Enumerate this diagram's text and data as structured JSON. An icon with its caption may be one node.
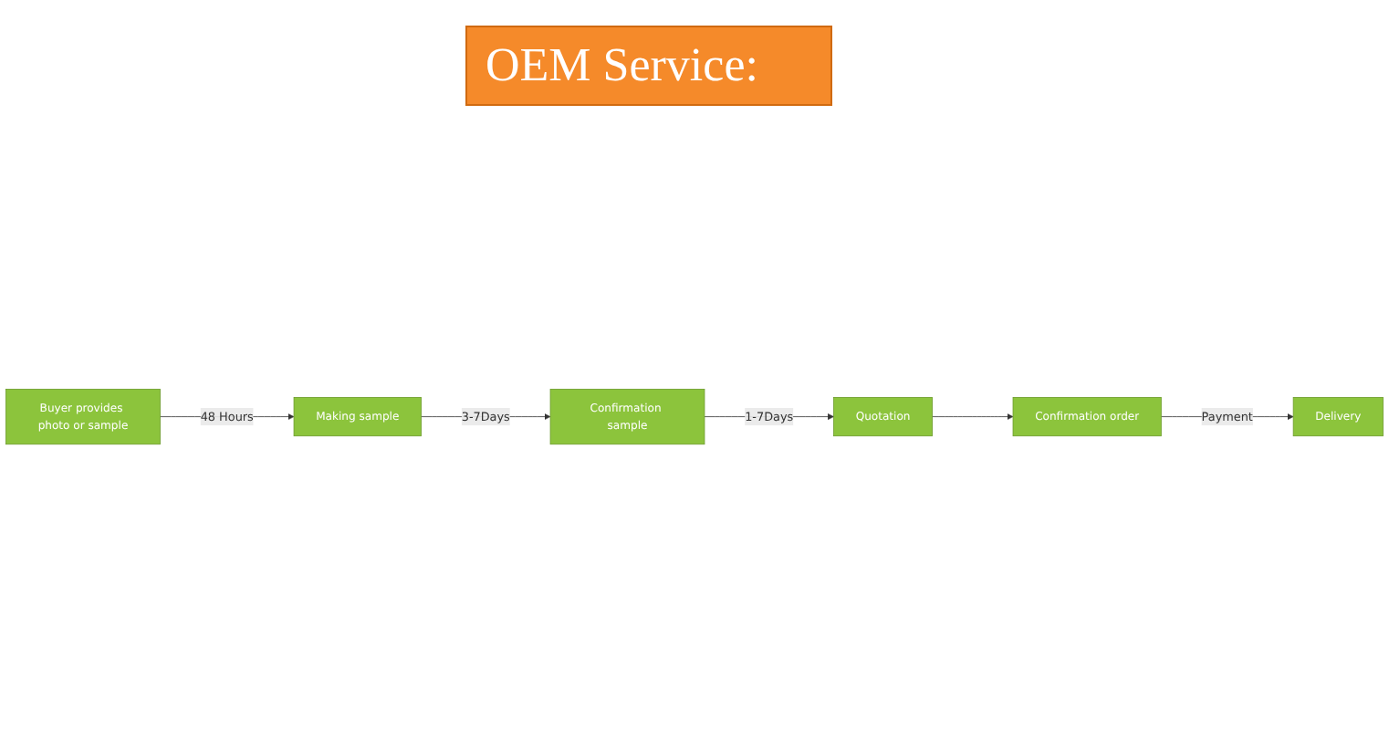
{
  "diagram": {
    "title": "OEM Service:",
    "nodes": [
      {
        "text": [
          "Buyer provides photo or sample"
        ]
      },
      {
        "text": [
          "Making sample"
        ]
      },
      {
        "text": [
          "Confirmation sample"
        ]
      },
      {
        "text": [
          "Quotation"
        ]
      },
      {
        "text": [
          "Confirmation order"
        ]
      },
      {
        "text": [
          "Delivery"
        ]
      }
    ],
    "edges": [
      {
        "from": 0,
        "to": 1,
        "arrow": "to",
        "label": "48 Hours"
      },
      {
        "from": 1,
        "to": 2,
        "arrow": "to",
        "label": "3-7Days"
      },
      {
        "from": 2,
        "to": 3,
        "arrow": "to",
        "label": "1-7Days"
      },
      {
        "from": 3,
        "to": 4,
        "arrow": "to"
      },
      {
        "from": 4,
        "to": 5,
        "arrow": "to",
        "label": "Payment"
      }
    ]
  }
}
